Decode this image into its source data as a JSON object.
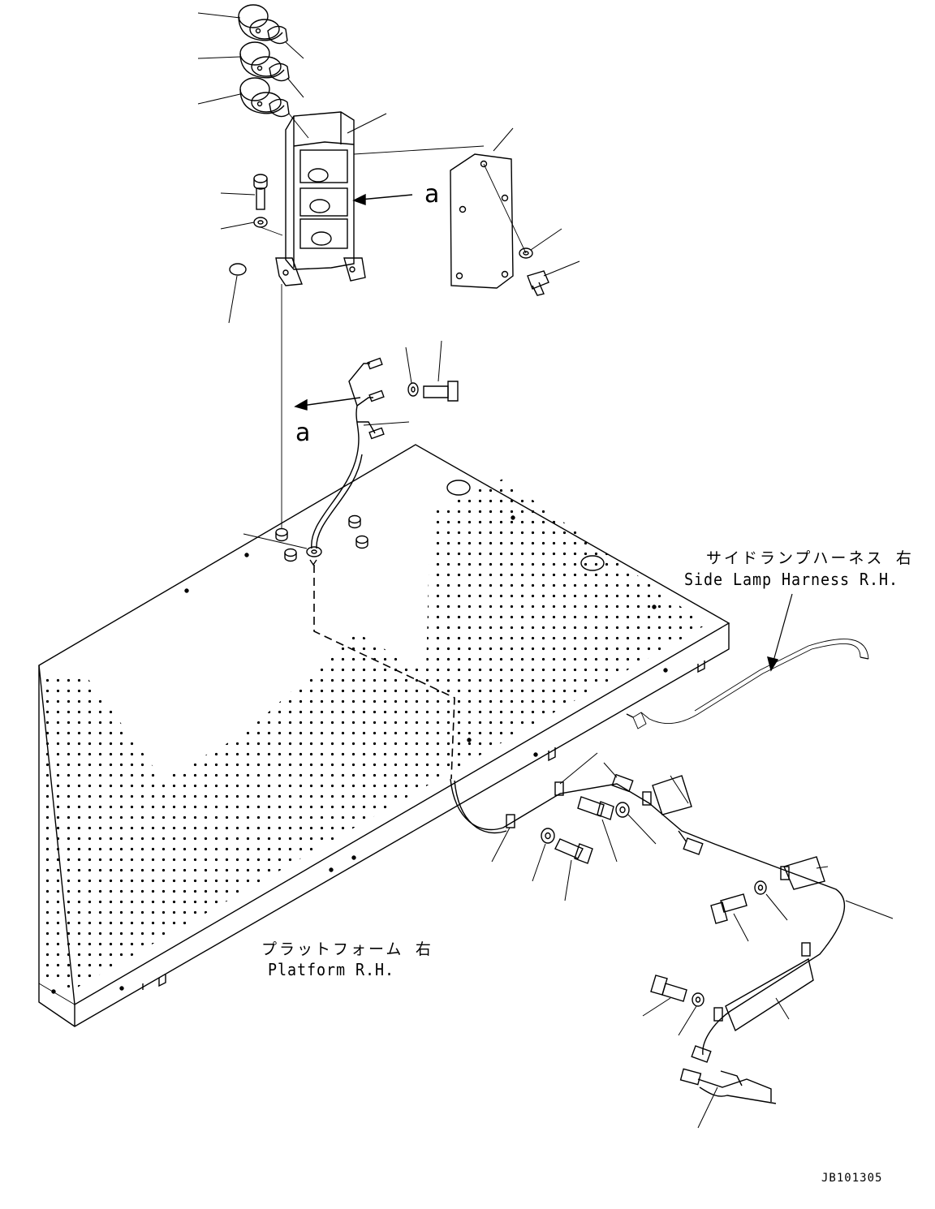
{
  "labels": {
    "side_lamp_jp": "サイドランプハーネス 右",
    "side_lamp_en": "Side Lamp Harness R.H.",
    "platform_jp": "プラットフォーム 右",
    "platform_en": "Platform R.H.",
    "view_ref_upper": "a",
    "view_ref_lower": "a",
    "drawing_number": "JB101305"
  },
  "colors": {
    "line": "#000000",
    "background": "#ffffff"
  }
}
